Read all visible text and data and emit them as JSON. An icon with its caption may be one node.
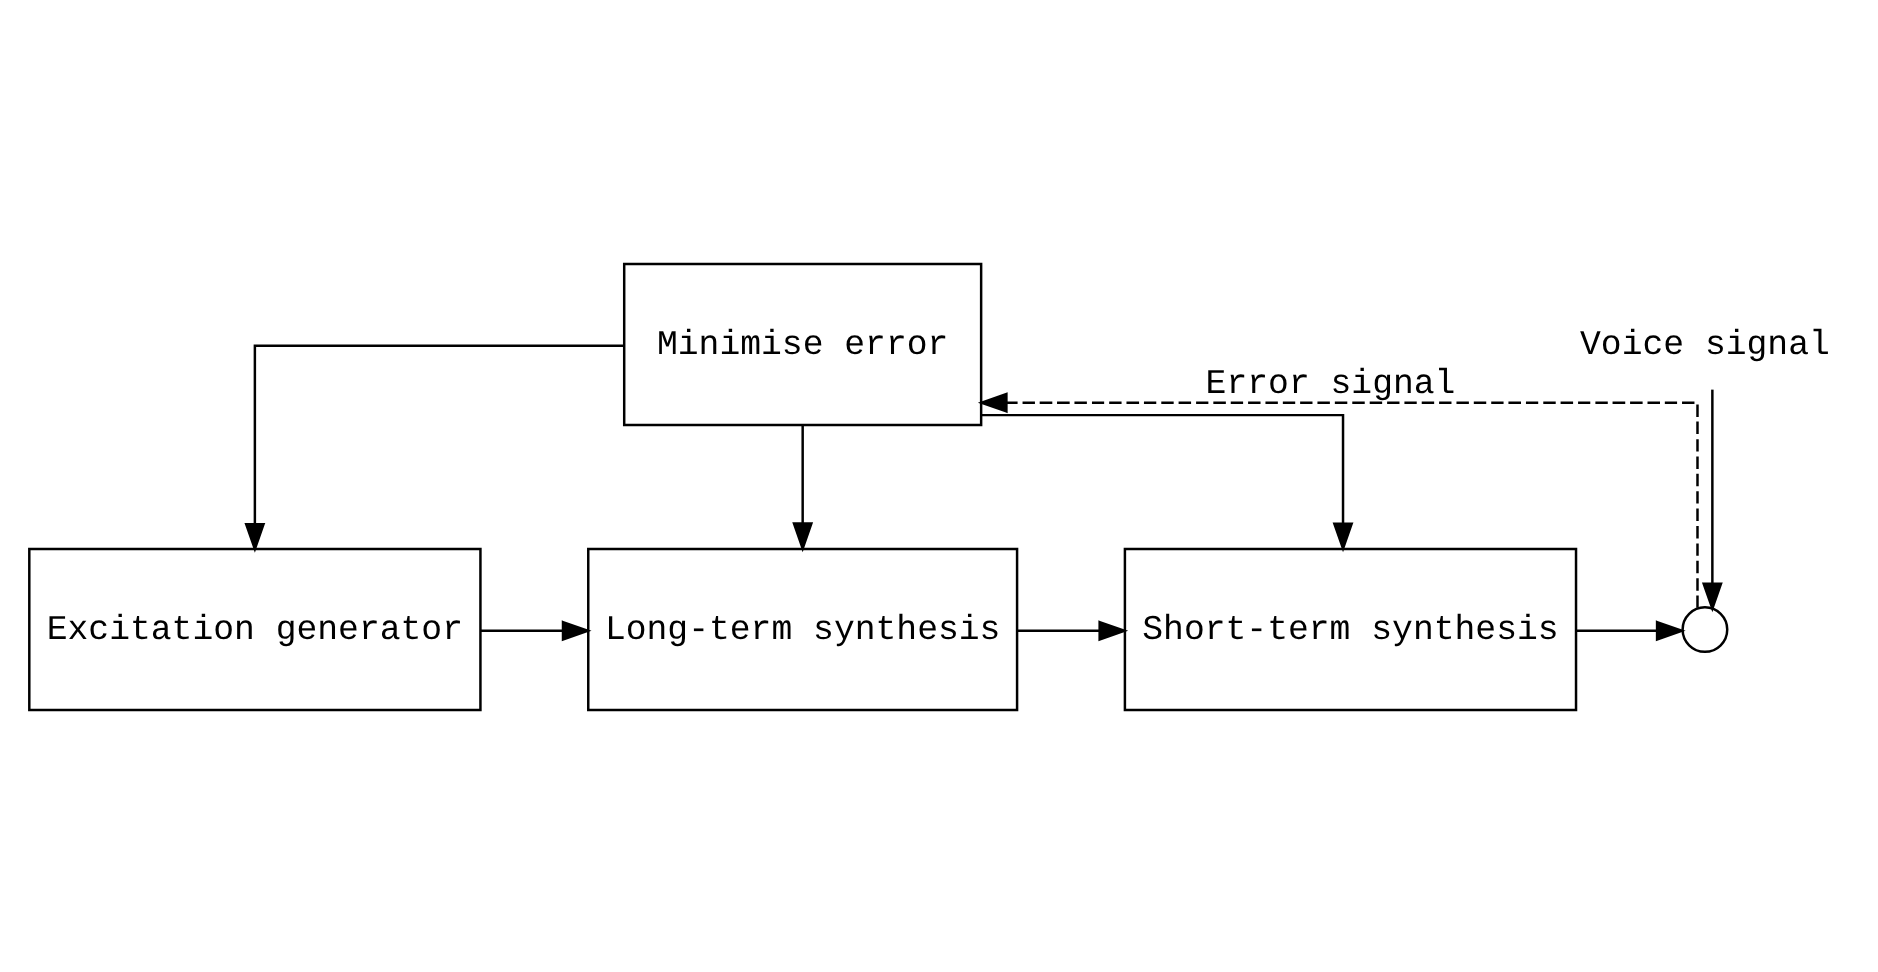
{
  "diagram": {
    "nodes": [
      {
        "text": [
          "Excitation generator"
        ]
      },
      {
        "text": [
          "Long-term synthesis"
        ]
      },
      {
        "text": [
          "Short-term synthesis"
        ]
      },
      {
        "text": [
          "Minimise error"
        ]
      },
      {
        "text": [],
        "shape": "circle"
      },
      {
        "text": [
          "Voice signal"
        ]
      }
    ],
    "edges": [
      {
        "from": 0,
        "to": 1,
        "arrow": "to"
      },
      {
        "from": 1,
        "to": 2,
        "arrow": "to"
      },
      {
        "from": 2,
        "to": 4,
        "arrow": "to"
      },
      {
        "from": 5,
        "to": 4,
        "arrow": "to"
      },
      {
        "from": 3,
        "to": 0,
        "arrow": "to"
      },
      {
        "from": 3,
        "to": 1,
        "arrow": "to"
      },
      {
        "from": 3,
        "to": 2,
        "arrow": "to"
      },
      {
        "from": 4,
        "to": 3,
        "arrow": "to",
        "style": "dashed",
        "label": "Error signal"
      }
    ]
  }
}
